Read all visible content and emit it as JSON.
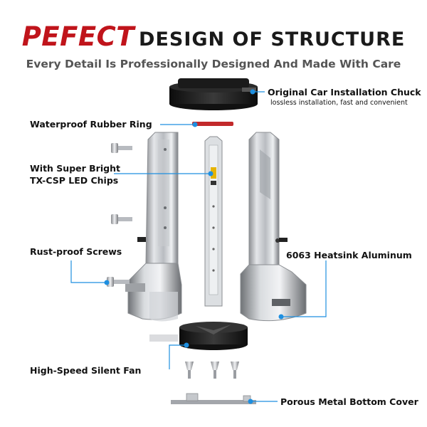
{
  "header": {
    "title_highlight": "PEFECT",
    "title_rest": "DESIGN OF STRUCTURE",
    "subtitle": "Every Detail Is Professionally Designed And Made With Care"
  },
  "callouts": {
    "chuck": {
      "title": "Original Car Installation Chuck",
      "subtitle": "lossless installation, fast and convenient"
    },
    "rubber_ring": "Waterproof Rubber Ring",
    "led_chips_line1": "With Super Bright",
    "led_chips_line2": "TX-CSP LED Chips",
    "screws": "Rust-proof Screws",
    "heatsink": "6063 Heatsink Aluminum",
    "fan": "High-Speed Silent Fan",
    "bottom_cover": "Porous Metal Bottom Cover"
  },
  "colors": {
    "accent_red": "#c0141b",
    "text_dark": "#1a1a1a",
    "subtitle_gray": "#555555",
    "callout_blue": "#1e8fe0",
    "ring_red": "#c2292b",
    "chip_yellow": "#e6b400"
  },
  "icons": {
    "chuck": "black-plastic-chuck",
    "rubber_ring": "red-rubber-ring",
    "screw": "phillips-screw",
    "heatsink": "aluminum-heatsink-body",
    "fan": "black-cooling-fan",
    "led_board": "led-chip-board",
    "bottom_cover": "metal-bottom-cover"
  }
}
